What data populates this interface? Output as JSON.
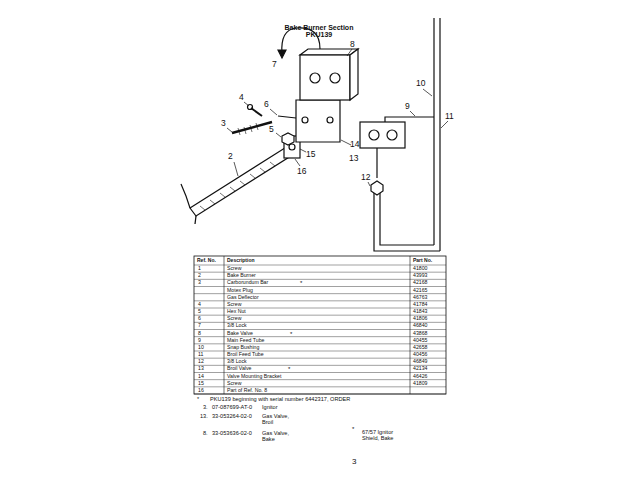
{
  "diagram": {
    "title": "Bake Burner Section PKU139",
    "labels": [
      "7",
      "8",
      "10",
      "9",
      "11",
      "4",
      "6",
      "3",
      "5",
      "14",
      "15",
      "16",
      "2",
      "13",
      "12",
      "Ref. No.",
      "Description",
      "Part No.",
      "1",
      "Screw",
      "41800",
      "2",
      "Bake Burner",
      "43993",
      "3",
      "Carborundum Bar",
      "42168",
      "Motex Plug",
      "42165",
      "Gas Deflector",
      "46763",
      "4",
      "Screw",
      "41784",
      "5",
      "Hex Nut",
      "41843",
      "6",
      "Screw",
      "41806",
      "7",
      "3/8 Lock",
      "46840",
      "8",
      "Bake Valve",
      "43868",
      "9",
      "Main Feed Tube",
      "40455",
      "10",
      "Snap Bushing",
      "42658",
      "11",
      "Broil Feed Tube",
      "40456",
      "12",
      "3/8 Lock",
      "46849",
      "13",
      "Broil Valve",
      "42134",
      "14",
      "Valve Mounting Bracket",
      "46426",
      "15",
      "Screw",
      "41809",
      "16",
      "Part of Ref. No. 8",
      "*",
      "*",
      "*",
      "*",
      "PKU139 beginning with serial number 6442317, ORDER",
      "3.",
      "07-087699-AT-0",
      "Ignitor",
      "13.",
      "33-053264-02-0",
      "Gas Valve, Broil",
      "8.",
      "33-053636-02-0",
      "Gas Valve, Bake",
      "*",
      "67/57 Ignitor Shield, Bake",
      "3"
    ]
  }
}
